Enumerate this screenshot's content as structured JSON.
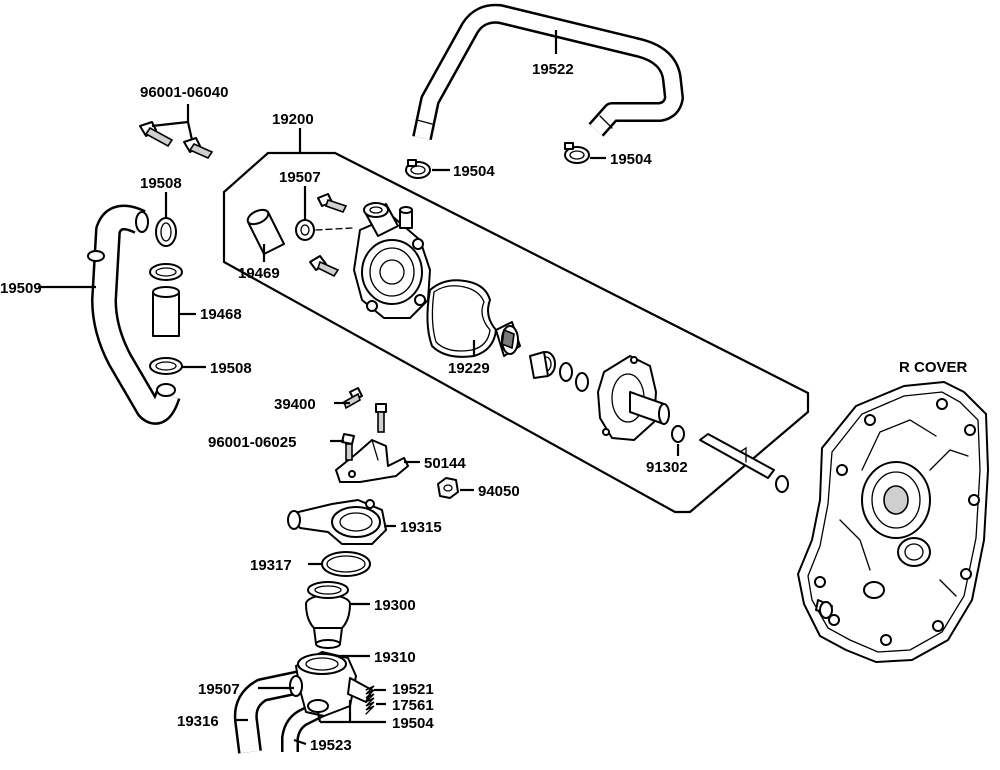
{
  "labels": {
    "p96001_06040": "96001-06040",
    "p19200": "19200",
    "p19522": "19522",
    "p19504_a": "19504",
    "p19504_b": "19504",
    "p19508_a": "19508",
    "p19507_a": "19507",
    "p19509": "19509",
    "p19469": "19469",
    "p19468": "19468",
    "p19508_b": "19508",
    "p19229": "19229",
    "r_cover": "R COVER",
    "p39400": "39400",
    "p96001_06025": "96001-06025",
    "p50144": "50144",
    "p91302": "91302",
    "p94050": "94050",
    "p19315": "19315",
    "p19317": "19317",
    "p19300": "19300",
    "p19310": "19310",
    "p19507_b": "19507",
    "p19521": "19521",
    "p17561": "17561",
    "p19316": "19316",
    "p19504_c": "19504",
    "p19523": "19523"
  }
}
